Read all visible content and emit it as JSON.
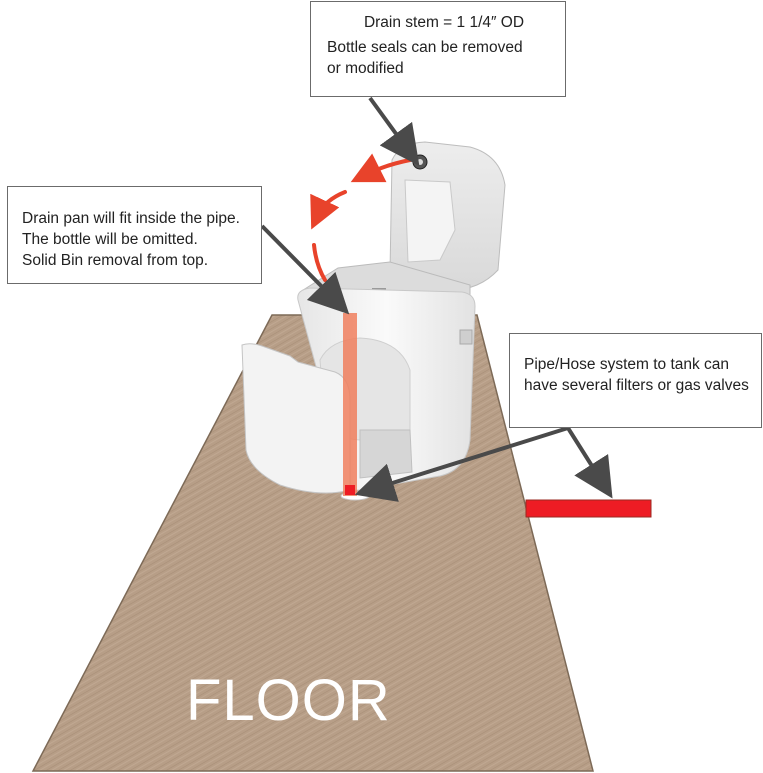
{
  "diagram": {
    "subject": "Portable toilet drain conversion through floor to tank",
    "colors": {
      "floor": "#b79e87",
      "floor_edge": "#7d6a57",
      "arrow": "#4a4a4a",
      "rotation_arrow": "#e8432b",
      "pipe_overlay": "#f07f5e",
      "tank_pipe": "#ee1c24",
      "callout_border": "#6b6b6b",
      "toilet_body": "#f2f2f2"
    },
    "callouts": {
      "top": {
        "title": "Drain stem = 1 1/4″ OD",
        "lines": [
          "Bottle seals can be removed",
          "or modified"
        ]
      },
      "left": {
        "lines": [
          "Drain pan will fit inside the pipe.",
          "The bottle will be omitted.",
          "Solid Bin removal from top."
        ]
      },
      "right": {
        "lines": [
          "Pipe/Hose system to tank can",
          "have several filters or gas valves"
        ]
      }
    },
    "floor_label": "FLOOR",
    "icons": {
      "rotation": "curved-red-arrow",
      "pointer": "dark-gray-arrow"
    }
  }
}
